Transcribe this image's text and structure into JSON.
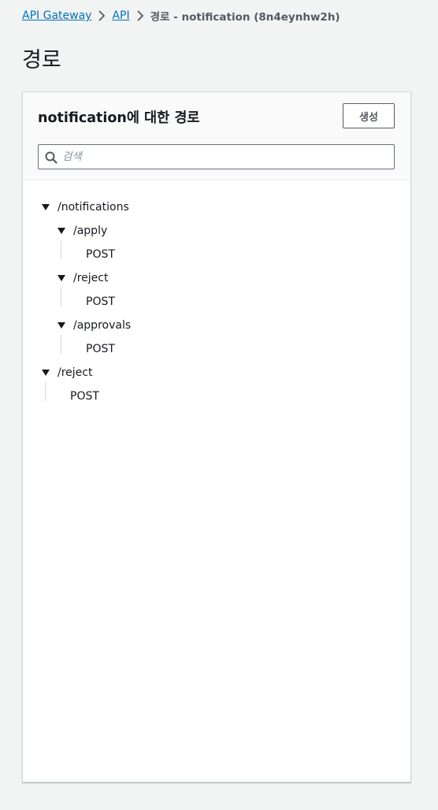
{
  "breadcrumb": {
    "items": [
      "API Gateway",
      "API"
    ],
    "current": "경로 - notification (8n4eynhw2h)"
  },
  "page": {
    "title": "경로"
  },
  "panel": {
    "title": "notification에 대한 경로",
    "create_label": "생성",
    "search_placeholder": "검색"
  },
  "tree": {
    "notifications": "/notifications",
    "apply": "/apply",
    "apply_post": "POST",
    "reject_child": "/reject",
    "reject_child_post": "POST",
    "approvals": "/approvals",
    "approvals_post": "POST",
    "reject_root": "/reject",
    "reject_root_post": "POST"
  },
  "colors": {
    "link": "#0073bb",
    "text": "#16191f",
    "muted": "#545b64",
    "background": "#f2f3f3"
  }
}
